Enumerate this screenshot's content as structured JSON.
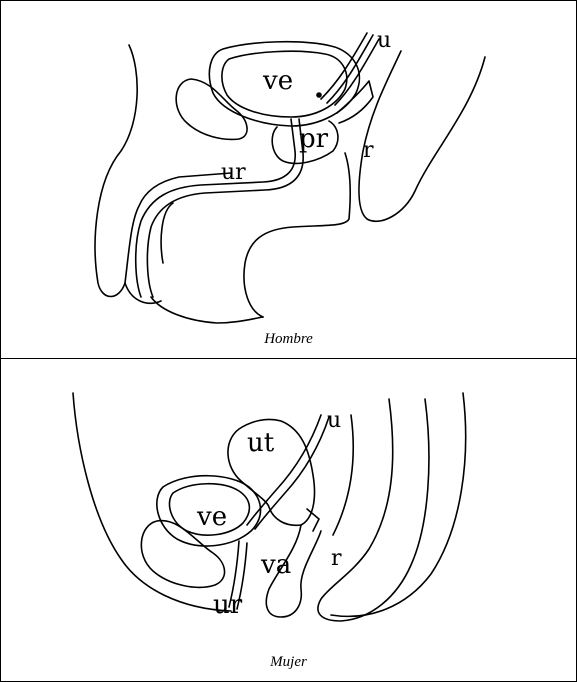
{
  "male": {
    "caption": "Hombre",
    "labels": {
      "bladder": "ve",
      "ureter": "u",
      "prostate": "pr",
      "rectum": "r",
      "urethra": "ur"
    }
  },
  "female": {
    "caption": "Mujer",
    "labels": {
      "uterus": "ut",
      "ureter": "u",
      "bladder": "ve",
      "vagina": "va",
      "rectum": "r",
      "urethra": "ur"
    }
  }
}
